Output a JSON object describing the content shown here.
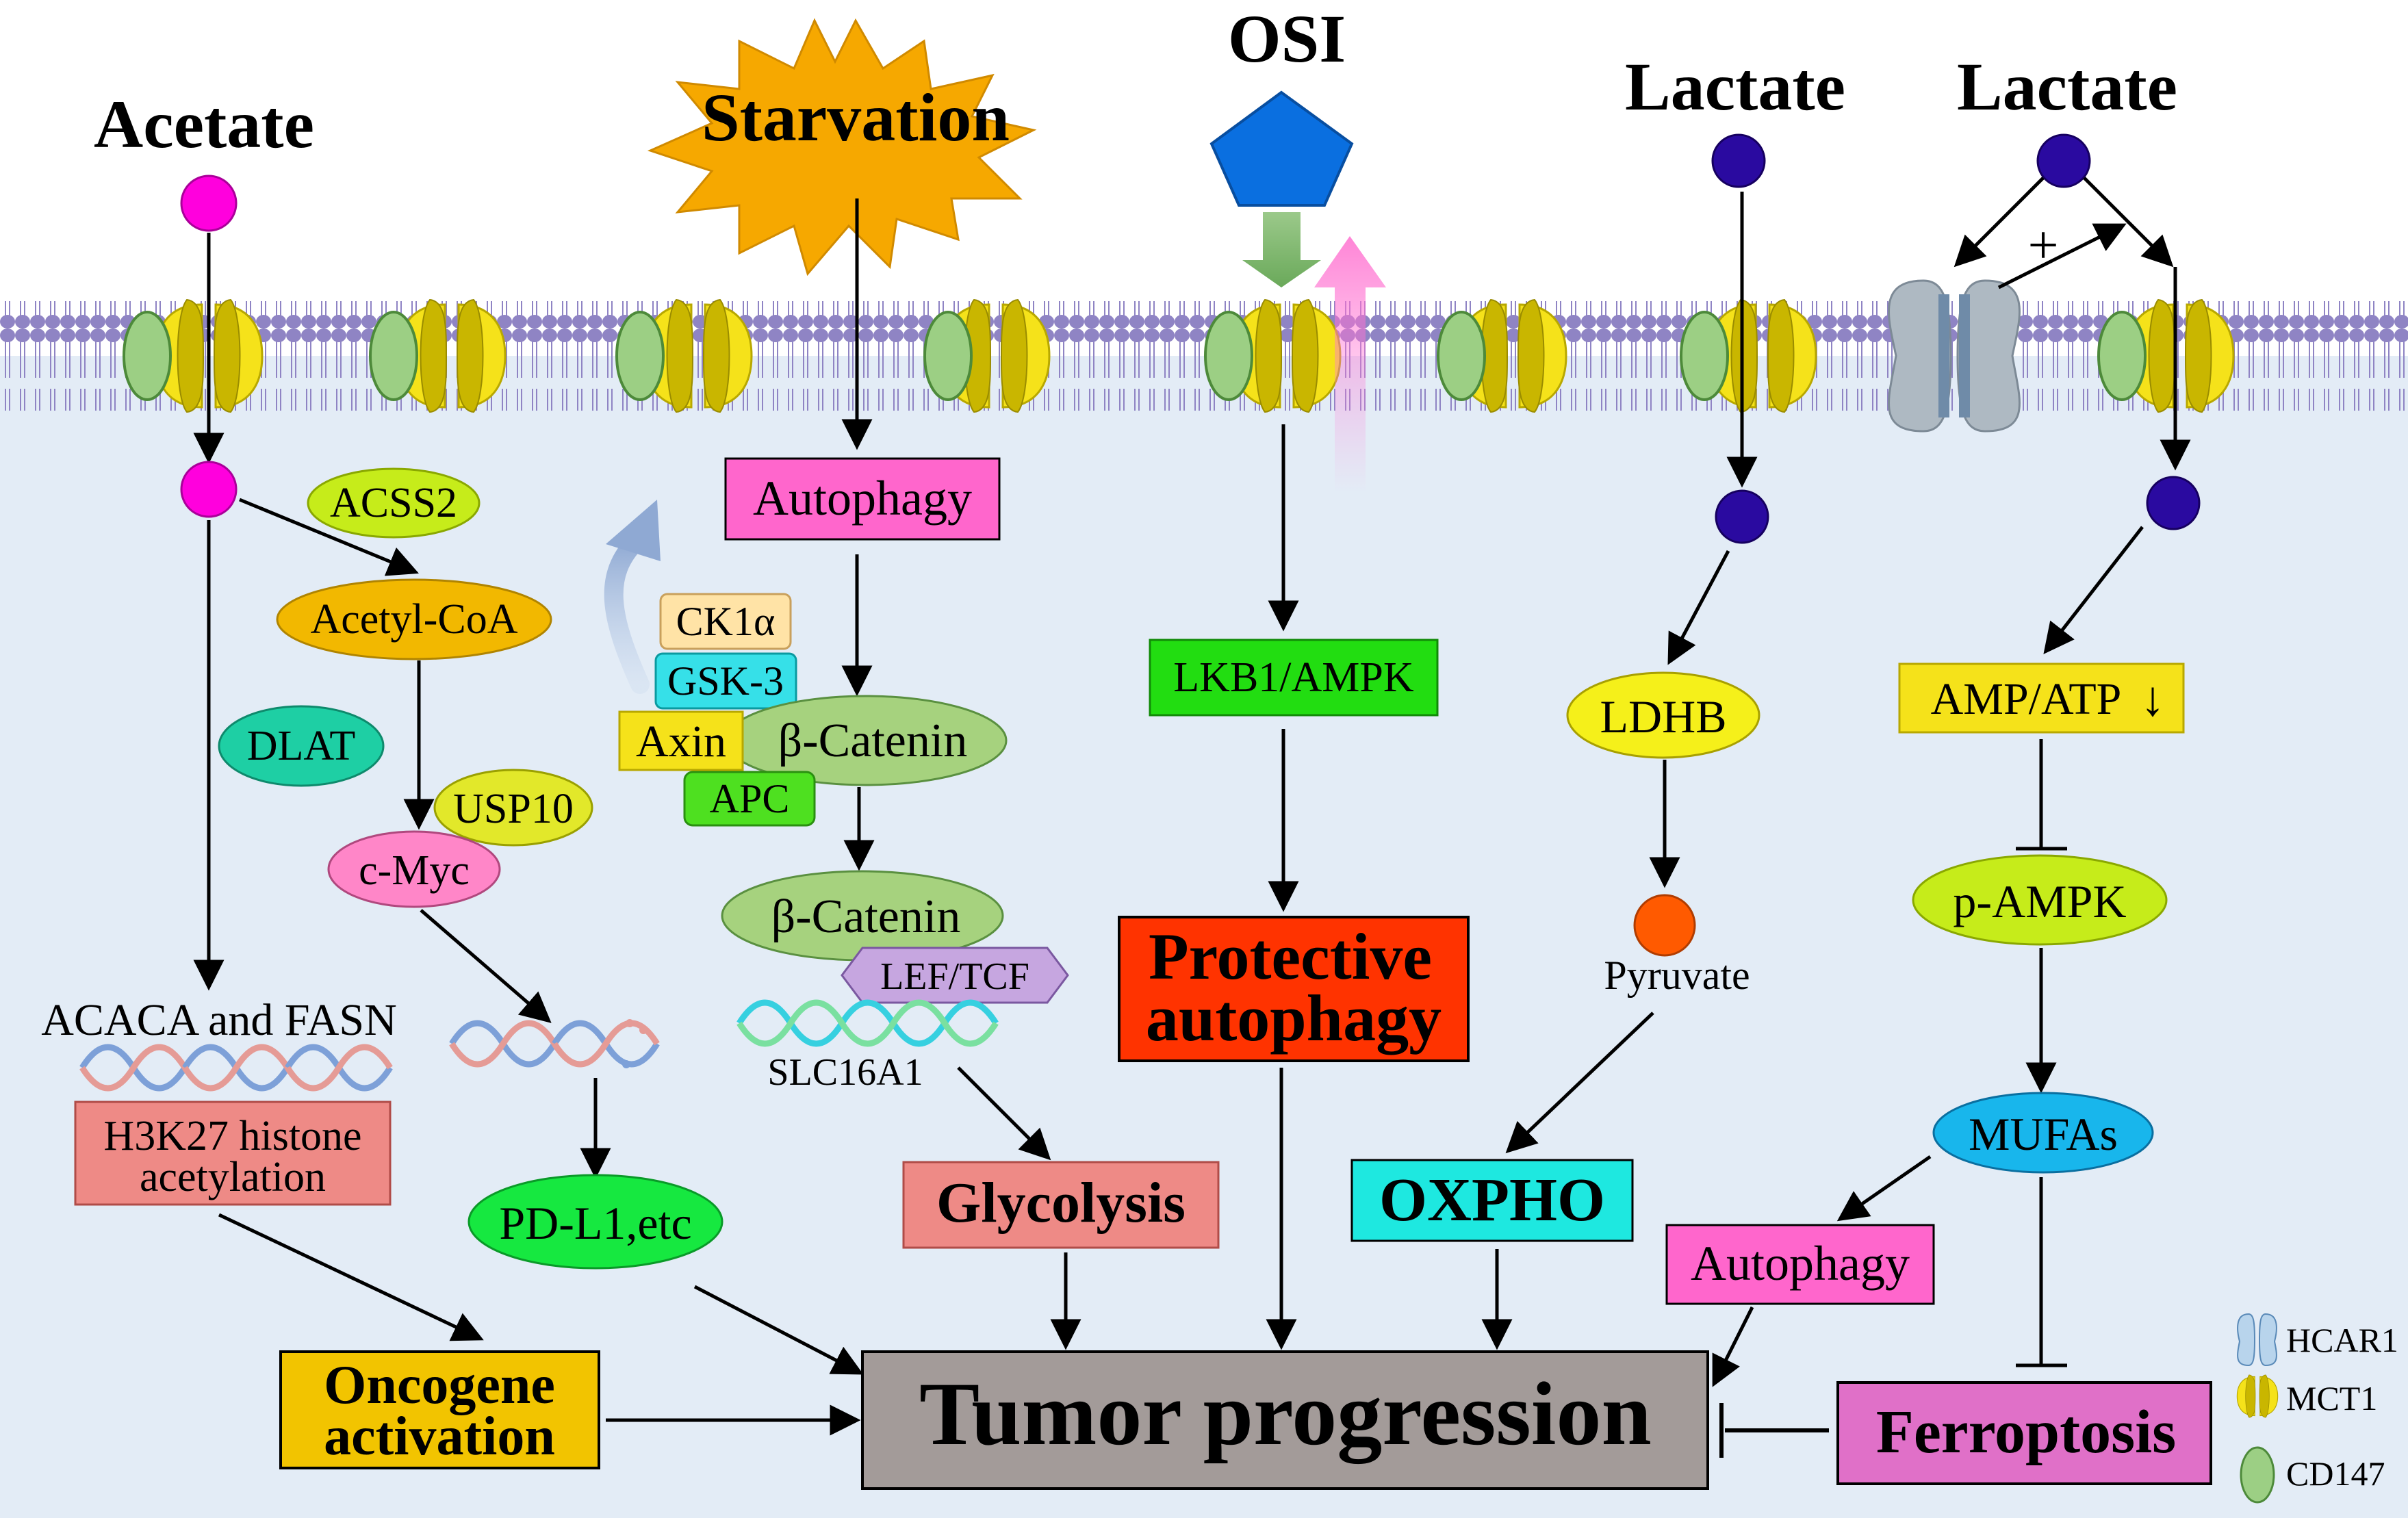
{
  "top_labels": {
    "acetate": "Acetate",
    "starvation": "Starvation",
    "osi": "OSI",
    "lactate_1": "Lactate",
    "lactate_2": "Lactate"
  },
  "acetate_path": {
    "acss2": "ACSS2",
    "acetyl_coa": "Acetyl-CoA",
    "dlat": "DLAT",
    "usp10": "USP10",
    "c_myc": "c-Myc",
    "acaca_fasn": "ACACA and FASN",
    "h3k27_line1": "H3K27 histone",
    "h3k27_line2": "acetylation",
    "pd_l1": "PD-L1,etc",
    "oncogene_line1": "Oncogene",
    "oncogene_line2": "activation"
  },
  "starvation_path": {
    "autophagy": "Autophagy",
    "ck1a": "CK1α",
    "gsk3": "GSK-3",
    "axin": "Axin",
    "b_catenin_1": "β-Catenin",
    "apc": "APC",
    "b_catenin_2": "β-Catenin",
    "lef_tcf": "LEF/TCF",
    "slc16a1": "SLC16A1",
    "glycolysis": "Glycolysis"
  },
  "osi_path": {
    "lkb1_ampk": "LKB1/AMPK",
    "protective_line1": "Protective",
    "protective_line2": "autophagy"
  },
  "lactate_path_1": {
    "ldhb": "LDHB",
    "pyruvate": "Pyruvate",
    "oxpho": "OXPHO"
  },
  "lactate_path_2": {
    "plus": "+",
    "amp_atp": "AMP/ATP",
    "down_arrow": "↓",
    "p_ampk": "p-AMPK",
    "mufas": "MUFAs",
    "autophagy": "Autophagy",
    "ferroptosis": "Ferroptosis"
  },
  "center": {
    "tumor_progression": "Tumor progression"
  },
  "legend": {
    "hcar1": "HCAR1",
    "mct1": "MCT1",
    "cd147": "CD147"
  },
  "colors": {
    "acetate_dot": "#ff00dd",
    "lactate_dot": "#2a0aa0",
    "membrane_head": "#8f84c4",
    "cytoplasm": "#e3ecf6",
    "mct1_yellow": "#f5e21a",
    "mct1_dark": "#b8a800",
    "cd147_green": "#9ccf84",
    "hcar1_gray": "#aeb9c2",
    "starvation_burst": "#f6a800",
    "osi_blue": "#0a6fe0",
    "autophagy_pink": "#ff66cc",
    "tumor_gray": "#a39b99",
    "ferroptosis_pink": "#e070c8",
    "oxpho_cyan": "#1ee8e0",
    "protective_red": "#ff3300",
    "lkb1_green": "#22dd11",
    "pd_l1_green": "#16e840",
    "glycolysis_salmon": "#ee8a86",
    "oncogene_gold": "#f2c400"
  }
}
